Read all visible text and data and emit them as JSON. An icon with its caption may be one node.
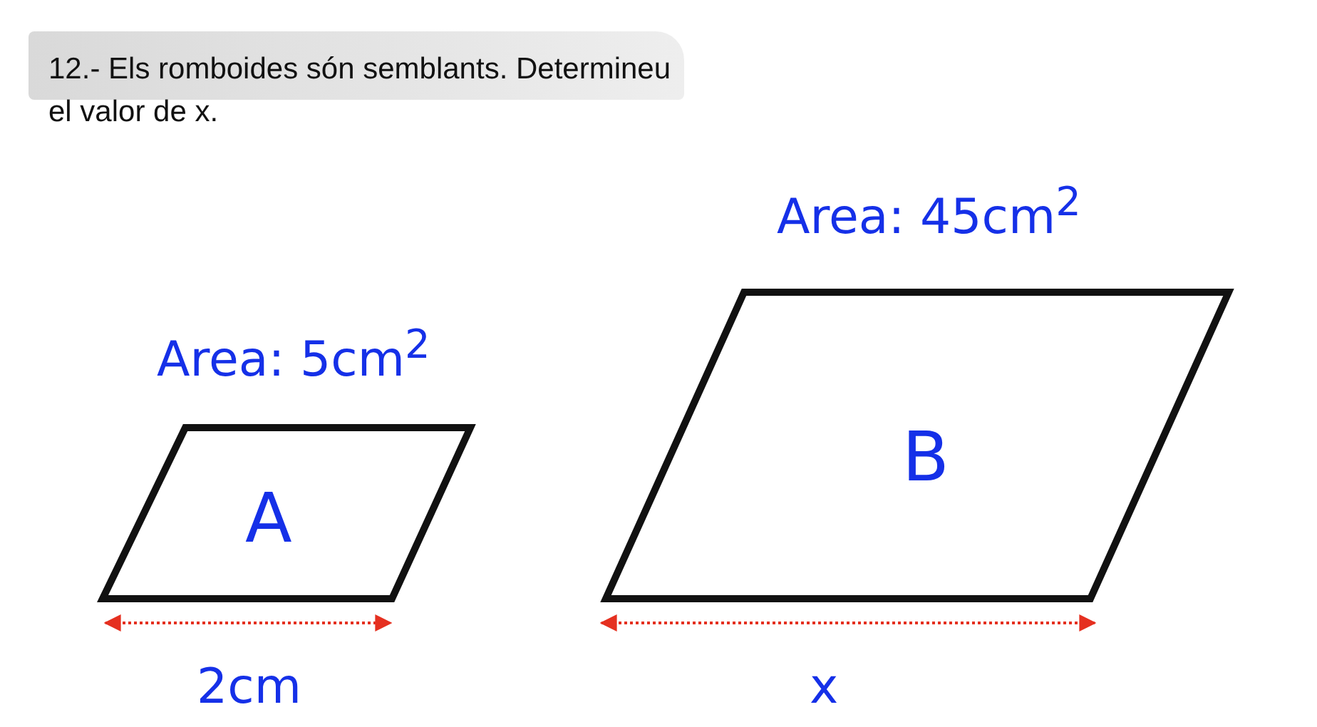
{
  "diagram": {
    "title": "12.- Els romboides són semblants. Determineu el valor de x.",
    "nodes": [
      {
        "text": [
          "A"
        ],
        "beside": [
          "Area: 5cm$^{2}$"
        ]
      },
      {
        "text": [
          "B"
        ],
        "beside": [
          "Area: 45cm$^{2}$"
        ]
      }
    ],
    "labels": [
      "2cm",
      "x"
    ]
  }
}
